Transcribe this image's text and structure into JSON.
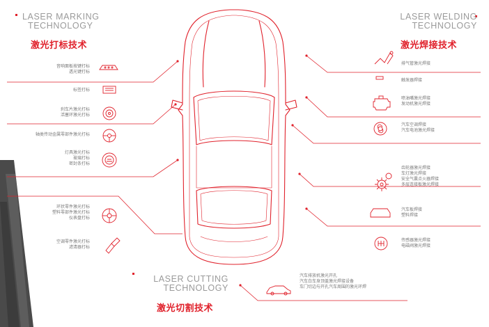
{
  "headers": {
    "marking": {
      "en_line1": "LASER MARKING",
      "en_line2": "TECHNOLOGY",
      "cn": "激光打标技术"
    },
    "welding": {
      "en_line1": "LASER WELDING",
      "en_line2": "TECHNOLOGY",
      "cn": "激光焊接技术"
    },
    "cutting": {
      "en_line1": "LASER CUTTING",
      "en_line2": "TECHNOLOGY",
      "cn": "激光切割技术"
    }
  },
  "marking_items": [
    {
      "lines": [
        "音响面板按键打标",
        "透光键打标"
      ],
      "icon": "audio-panel-icon"
    },
    {
      "lines": [
        "标签打标"
      ],
      "icon": "label-icon"
    },
    {
      "lines": [
        "刹车片激光打标",
        "活塞环激光打标"
      ],
      "icon": "brake-disc-icon"
    },
    {
      "lines": [
        "轴类传动金属零部件激光打标"
      ],
      "icon": "steering-wheel-icon"
    },
    {
      "lines": [
        "灯具激光打标",
        "玻璃打标",
        "密封条打标"
      ],
      "icon": "lamp-icon"
    },
    {
      "lines": [
        "环状零件激光打标",
        "塑料零部件激光打标",
        "仪表盘打标"
      ],
      "icon": "wheel-icon"
    },
    {
      "lines": [
        "空调零件激光打标",
        "滤清器打标"
      ],
      "icon": "spark-plug-icon"
    }
  ],
  "welding_items": [
    {
      "lines": [
        "排气管激光焊接"
      ],
      "icon": "exhaust-pipe-icon"
    },
    {
      "lines": [
        "触发器焊接"
      ],
      "icon": "trigger-icon"
    },
    {
      "lines": [
        "喷油嘴激光焊接",
        "发动机激光焊接"
      ],
      "icon": "engine-icon"
    },
    {
      "lines": [
        "汽车空调焊接",
        "汽车电池激光焊接"
      ],
      "icon": "turbo-icon"
    },
    {
      "lines": [
        "齿轮器激光焊接",
        "车灯激光焊接",
        "安全气囊点火器焊接",
        "多层连接板激光焊接"
      ],
      "icon": "gear-icon"
    },
    {
      "lines": [
        "汽车板焊接",
        "塑料焊接"
      ],
      "icon": "body-panel-icon"
    },
    {
      "lines": [
        "传感器激光焊接",
        "电磁阀激光焊接"
      ],
      "icon": "gearshift-icon"
    }
  ],
  "cutting_items": [
    {
      "lines": [
        "汽车排放机激光开孔",
        "汽车白车身顶盖激光焊接设备",
        "车门切边与开孔汽车周围的激光环焊"
      ],
      "icon": "car-side-icon"
    }
  ],
  "colors": {
    "accent": "#e0212b",
    "text_gray": "#7a7a7a",
    "header_gray": "#9a9a9a"
  }
}
